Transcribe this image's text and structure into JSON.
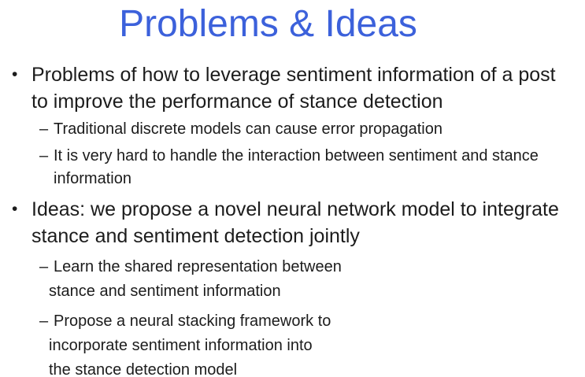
{
  "slide": {
    "title": "Problems & Ideas",
    "title_color": "#3c61db",
    "text_color": "#1c1c1c",
    "bullets": [
      {
        "marker": "•",
        "lines": [
          "Problems of how to leverage sentiment information of a post",
          "to improve the performance of stance detection"
        ],
        "subs": [
          {
            "marker": "–",
            "lines": [
              "Traditional discrete models can cause error propagation"
            ]
          },
          {
            "marker": "–",
            "lines": [
              "It is very hard to handle the interaction between sentiment and stance",
              "information"
            ]
          }
        ]
      },
      {
        "marker": "•",
        "lines": [
          "Ideas: we propose a novel neural network model to integrate",
          "stance and sentiment detection jointly"
        ],
        "subs": [
          {
            "marker": "–",
            "lines": [
              "Learn the shared representation between",
              "stance and sentiment information"
            ]
          },
          {
            "marker": "–",
            "lines": [
              "Propose a neural stacking framework to",
              "incorporate sentiment information into",
              "the stance detection model"
            ]
          }
        ]
      }
    ]
  }
}
